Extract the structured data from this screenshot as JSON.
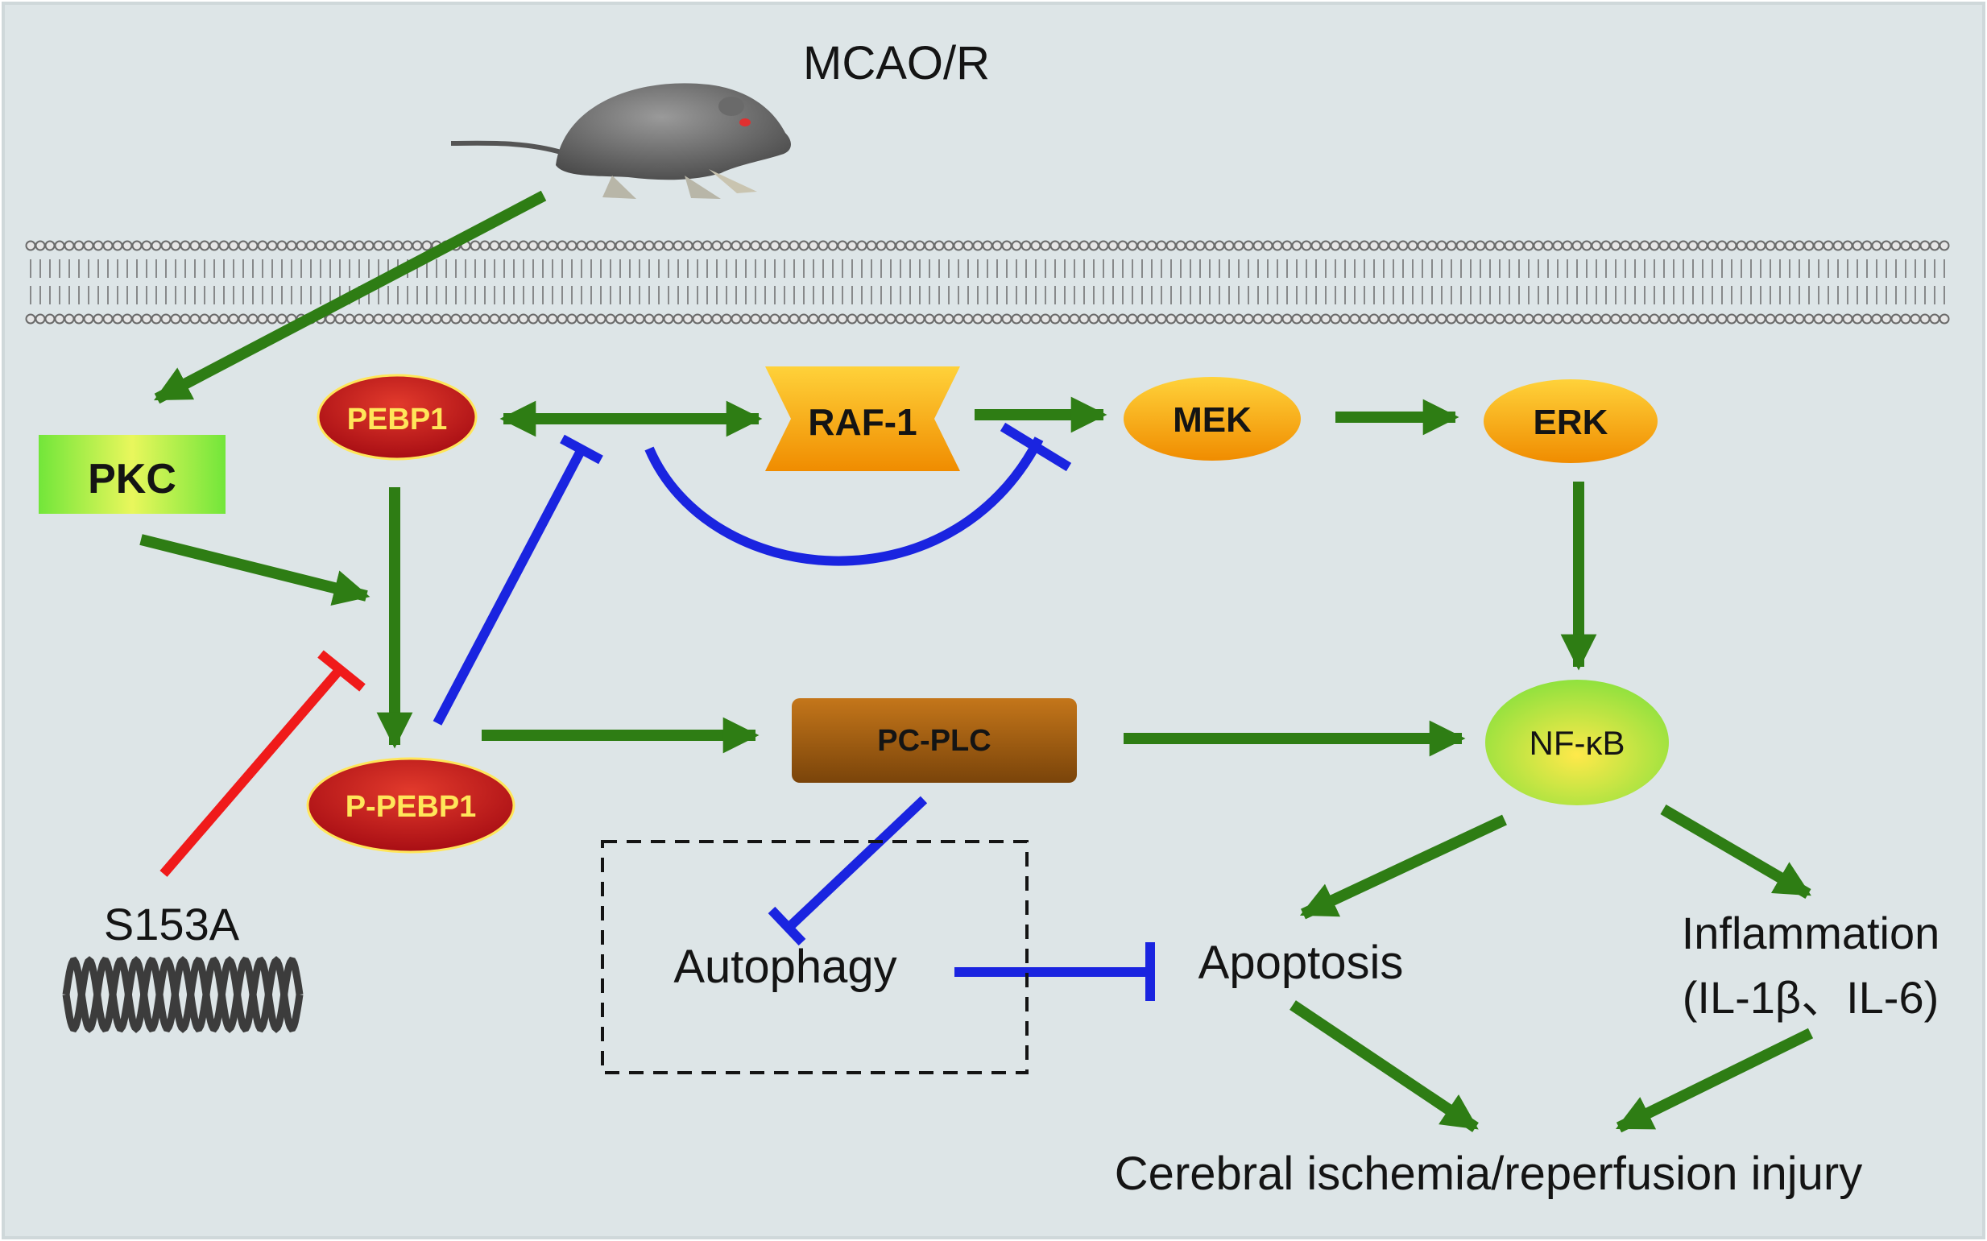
{
  "colors": {
    "background": "#dde5e7",
    "activation": "#2e7d14",
    "inhibition_blue": "#1a24e0",
    "inhibition_red": "#f01a1a",
    "node_red": "#c8121c",
    "node_orange": "#f5a800",
    "node_green": "#8ee04a",
    "node_brown": "#a25e12",
    "pkc_green": "#7fe83c",
    "label_yellow": "#ffe65a",
    "text": "#141414"
  },
  "stimulus": {
    "label": "MCAO/R",
    "icon": "rat-icon"
  },
  "membrane": {
    "icon": "lipid-bilayer-icon"
  },
  "nodes": {
    "pkc": "PKC",
    "pebp1": "PEBP1",
    "p_pebp1": "P-PEBP1",
    "raf1": "RAF-1",
    "mek": "MEK",
    "erk": "ERK",
    "pc_plc": "PC-PLC",
    "nfkb": "NF-κB"
  },
  "mutant": {
    "label": "S153A",
    "icon": "dna-helix-icon"
  },
  "outcomes": {
    "autophagy": "Autophagy",
    "apoptosis": "Apoptosis",
    "inflammation_line1": "Inflammation",
    "inflammation_line2": "(IL-1β、IL-6)",
    "injury": "Cerebral ischemia/reperfusion injury"
  }
}
